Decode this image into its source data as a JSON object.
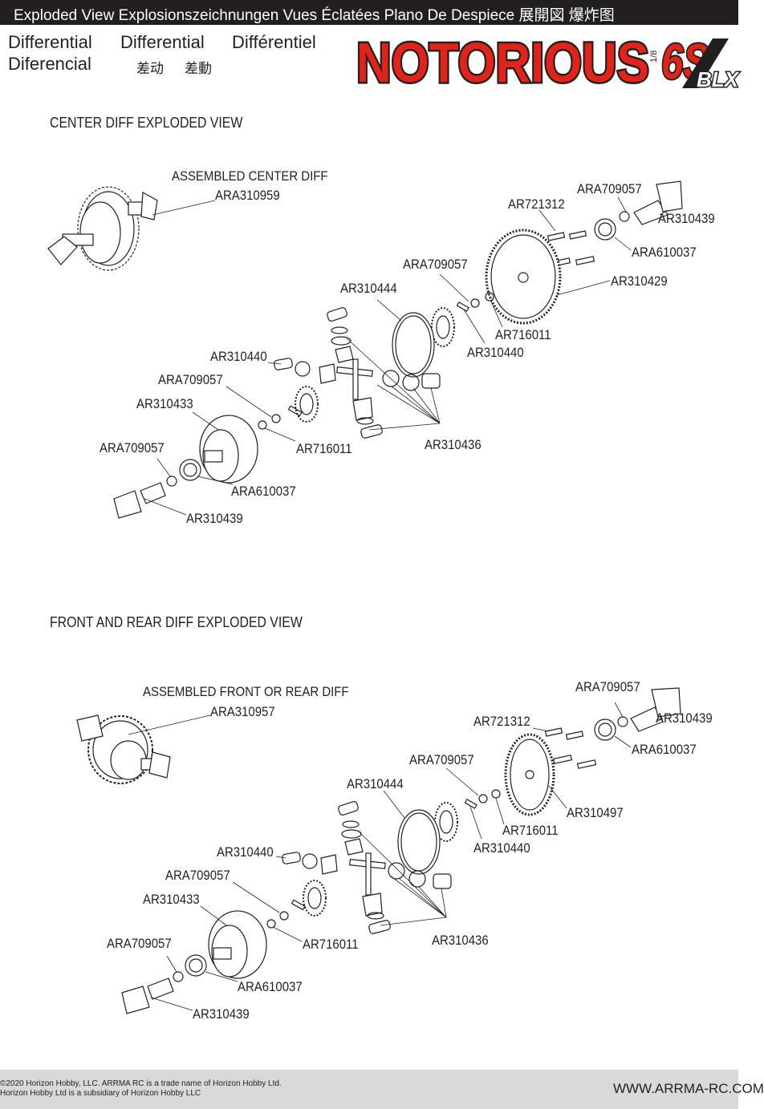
{
  "header": {
    "bar_text": "Exploded View  Explosionszeichnungen  Vues Éclatées  Plano De Despiece 展開図  爆炸图",
    "languages": [
      "Differential",
      "Differential",
      "Différentiel",
      "Diferencial",
      "差动",
      "差動"
    ],
    "logo": {
      "word": "NOTORIOUS",
      "scale": "1/8",
      "model": "6S",
      "suffix": "BLX"
    }
  },
  "center": {
    "title": "CENTER DIFF EXPLODED VIEW",
    "assembled_label": "ASSEMBLED CENTER DIFF",
    "callouts": [
      "ARA310959",
      "ARA709057",
      "AR721312",
      "AR310439",
      "ARA610037",
      "ARA709057",
      "AR310429",
      "AR310444",
      "AR716011",
      "AR310440",
      "AR310440",
      "ARA709057",
      "AR310433",
      "ARA709057",
      "AR716011",
      "AR310436",
      "ARA610037",
      "AR310439"
    ]
  },
  "frontrear": {
    "title": "FRONT AND REAR DIFF EXPLODED VIEW",
    "assembled_label": "ASSEMBLED FRONT OR REAR DIFF",
    "callouts": [
      "ARA310957",
      "ARA709057",
      "AR310439",
      "AR721312",
      "ARA610037",
      "ARA709057",
      "AR310444",
      "AR310497",
      "AR716011",
      "AR310440",
      "AR310440",
      "ARA709057",
      "AR310433",
      "ARA709057",
      "AR716011",
      "AR310436",
      "ARA610037",
      "AR310439"
    ]
  },
  "footer": {
    "copyright_1": "©2020 Horizon Hobby, LLC. ARRMA RC is a trade name of Horizon Hobby Ltd.",
    "copyright_2": "Horizon Hobby Ltd is a subsidiary of Horizon Hobby LLC",
    "url": "WWW.ARRMA-RC.COM"
  },
  "colors": {
    "bar": "#231f20",
    "logo_red": "#e2231a",
    "footer": "#d9d9da",
    "text": "#231f20"
  }
}
